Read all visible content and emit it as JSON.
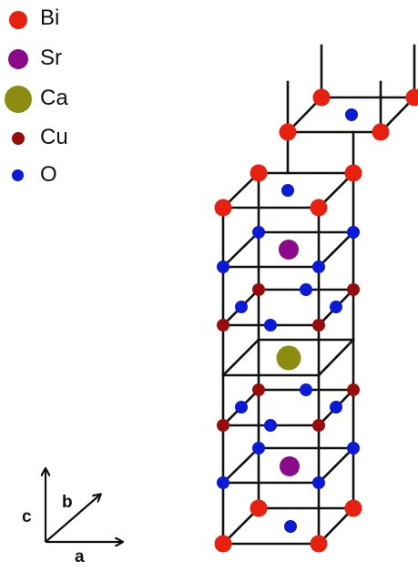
{
  "legend": [
    {
      "label": "Bi",
      "color": "#e8200f",
      "icon": "bi-atom-icon"
    },
    {
      "label": "Sr",
      "color": "#8a0a8a",
      "icon": "sr-atom-icon"
    },
    {
      "label": "Ca",
      "color": "#8c8c10",
      "icon": "ca-atom-icon"
    },
    {
      "label": "Cu",
      "color": "#9a0c0c",
      "icon": "cu-atom-icon"
    },
    {
      "label": "O",
      "color": "#0a1ad6",
      "icon": "o-atom-icon"
    }
  ],
  "axes": {
    "c": "c",
    "b": "b",
    "a": "a"
  }
}
